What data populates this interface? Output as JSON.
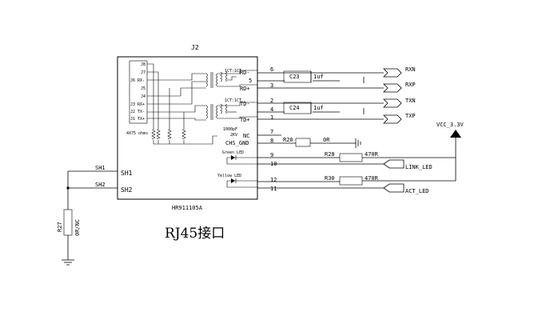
{
  "connector": {
    "ref": "J2",
    "part": "HR911105A",
    "inner_pins": [
      "J8",
      "J7",
      "J6 RX-",
      "J5",
      "J4",
      "J3 RX+",
      "J2 TX-",
      "J1 TX+"
    ],
    "ohms_label": "4X75 ohms",
    "xfmr_ratio": "1CT:1CT",
    "cap_label_1": "1000pF",
    "cap_label_2": "2KV",
    "green_led": "Green LED",
    "yellow_led": "Yellow LED",
    "pins": [
      {
        "num": "6",
        "name": "RD-"
      },
      {
        "num": "5",
        "name": "RD+"
      },
      {
        "num": "3",
        "name": ""
      },
      {
        "num": "2",
        "name": "TD-"
      },
      {
        "num": "4",
        "name": ""
      },
      {
        "num": "1",
        "name": "TD+"
      },
      {
        "num": "7",
        "name": "NC"
      },
      {
        "num": "8",
        "name": "CHS_GND"
      },
      {
        "num": "9",
        "name": ""
      },
      {
        "num": "10",
        "name": ""
      },
      {
        "num": "12",
        "name": ""
      },
      {
        "num": "11",
        "name": ""
      }
    ],
    "sh1": "SH1",
    "sh2": "SH2"
  },
  "components": {
    "c23": "C23",
    "c23_value": "1uf",
    "c24": "C24",
    "c24_value": "1uf",
    "r20": "R20",
    "r20_value": "0R",
    "r28": "R28",
    "r28_value": "470R",
    "r30": "R30",
    "r30_value": "470R",
    "r27": "R27",
    "r27_value": "0R/NC"
  },
  "nets": {
    "rxn": "RXN",
    "rxp": "RXP",
    "txn": "TXN",
    "txp": "TXP",
    "link_led": "LINK_LED",
    "act_led": "ACT_LED",
    "vcc": "VCC_3.3V",
    "sh1_wire": "SH1",
    "sh2_wire": "SH2"
  },
  "caption": "RJ45接口"
}
